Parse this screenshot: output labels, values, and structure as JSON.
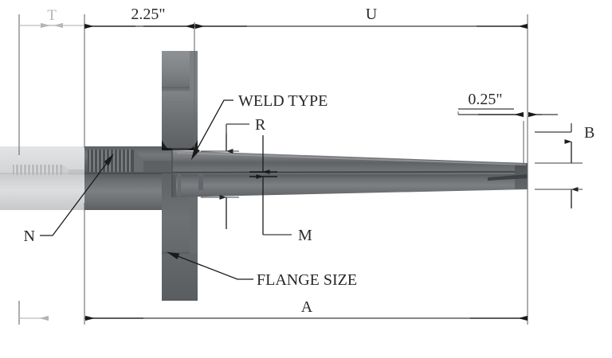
{
  "drawing": {
    "title": "Flanged Thermowell Dimensional Drawing",
    "units": "inch",
    "dimensions": {
      "t": "T",
      "nipple_len": "2.25\"",
      "u": "U",
      "tip_len": "0.25\"",
      "b": "B",
      "r": "R",
      "m": "M",
      "a": "A"
    },
    "callouts": {
      "weld_type": "WELD TYPE",
      "flange_size": "FLANGE SIZE",
      "n": "N"
    },
    "colors": {
      "line": "#3c3c3c",
      "ghost_line": "#bcbcbc",
      "body_dark": "#55585a",
      "body_mid": "#6e7174",
      "body_light": "#8d9093",
      "flange_face": "#5d6063",
      "ghost_body": "#d3d5d6",
      "text": "#262626",
      "ghost_text": "#b5b5b5",
      "background": "#ffffff"
    }
  }
}
